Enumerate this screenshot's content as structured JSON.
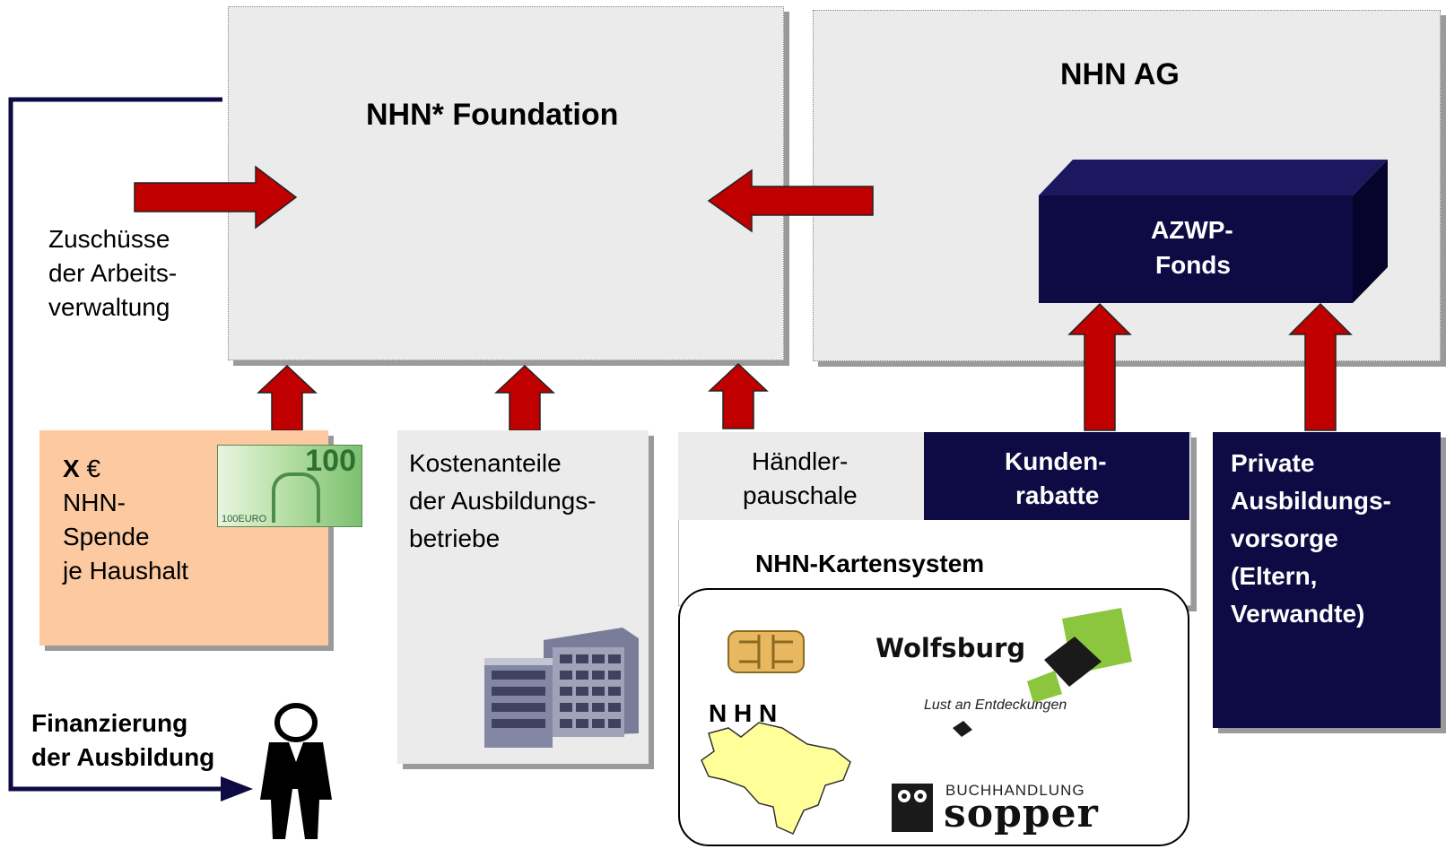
{
  "foundation": {
    "title": "NHN* Foundation"
  },
  "ag": {
    "title": "NHN AG"
  },
  "fonds": {
    "line1": "AZWP-",
    "line2": "Fonds"
  },
  "zuschuesse": {
    "line1": "Zuschüsse",
    "line2": "der Arbeits-",
    "line3": "verwaltung"
  },
  "spende": {
    "x": "X",
    "euro": "€",
    "line1": "NHN-",
    "line2": "Spende",
    "line3": "je Haushalt"
  },
  "banknote": {
    "value": "100",
    "label": "100EURO"
  },
  "kosten": {
    "line1": "Kostenanteile",
    "line2": "der Ausbildungs-",
    "line3": "betriebe"
  },
  "haendler": {
    "line1": "Händler-",
    "line2": "pauschale"
  },
  "kunden": {
    "line1": "Kunden-",
    "line2": "rabatte"
  },
  "kartensystem": {
    "label": "NHN-Kartensystem"
  },
  "private": {
    "line1": "Private",
    "line2": "Ausbildungs-",
    "line3": "vorsorge",
    "line4": "(Eltern,",
    "line5": "Verwandte)"
  },
  "finanzierung": {
    "line1": "Finanzierung",
    "line2": "der Ausbildung"
  },
  "logos": {
    "wolfsburg": "Wolfsburg",
    "wolfsburg_slogan": "Lust an Entdeckungen",
    "nhn": "N H N",
    "buchhandlung": "BUCHHANDLUNG",
    "sopper": "sopper"
  },
  "colors": {
    "arrow_fill": "#c00000",
    "navy": "#0d0a44",
    "grey_box": "#ebebeb",
    "spende_box": "#fcc9a0",
    "map_fill": "#ffff99",
    "wolfsburg_green": "#8cc63f"
  }
}
